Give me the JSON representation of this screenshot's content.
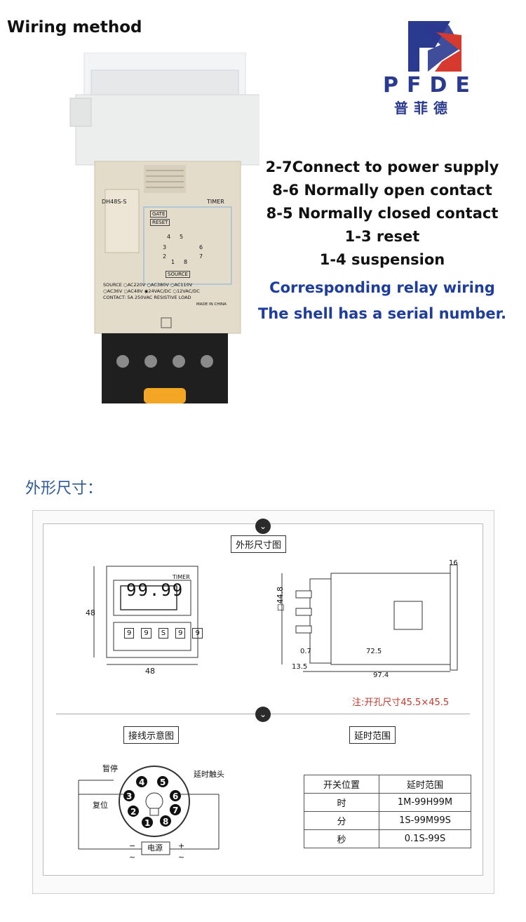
{
  "header": {
    "title": "Wiring method"
  },
  "logo": {
    "brand": "PFDE",
    "brand_cn": "普菲德",
    "colors": {
      "blue": "#2a3a8f",
      "red": "#d63a2f"
    }
  },
  "device": {
    "model": "DH48S-S",
    "label_timer": "TIMER",
    "label_gate": "GATE",
    "label_reset": "RESET",
    "label_source": "SOURCE",
    "source_line1": "SOURCE ○AC220V ○AC380V ○AC110V",
    "source_line2": "○AC36V ○AC48V ◉24VAC/DC ○12VAC/DC",
    "contact_line": "CONTACT: 5A 250VAC RESISTIVE LOAD",
    "made_in": "MADE IN CHINA",
    "terminals": [
      "4",
      "5",
      "3",
      "6",
      "1",
      "8",
      "2",
      "7"
    ]
  },
  "specs": {
    "lines": [
      "2-7Connect to power supply",
      "8-6 Normally open contact",
      "8-5 Normally closed contact",
      "1-3 reset",
      "1-4 suspension"
    ],
    "blue_lines": [
      "Corresponding relay wiring",
      "The shell has a serial number."
    ]
  },
  "dimensions": {
    "heading": "外形尺寸：",
    "outline_label": "外形尺寸图",
    "front": {
      "display": "99.99",
      "timer": "TIMER",
      "width": "48",
      "height": "48",
      "dials": [
        "9",
        "9",
        "S",
        "9",
        "9"
      ]
    },
    "side": {
      "height": "□44.8",
      "d1": "0.7",
      "d2": "72.5",
      "d3": "13.5",
      "d4": "97.4",
      "d5": "16"
    },
    "note": "注:开孔尺寸45.5×45.5",
    "wiring_label": "接线示意图",
    "range_label": "延时范围",
    "wiring": {
      "pause": "暂停",
      "reset": "复位",
      "delay_contact": "延时触头",
      "power": "电源",
      "minus": "−",
      "plus": "+",
      "ac1": "~",
      "ac2": "~",
      "pins": [
        "4",
        "5",
        "3",
        "6",
        "2",
        "7",
        "1",
        "8"
      ]
    },
    "table": {
      "headers": [
        "开关位置",
        "延时范围"
      ],
      "rows": [
        [
          "时",
          "1M-99H99M"
        ],
        [
          "分",
          "1S-99M99S"
        ],
        [
          "秒",
          "0.1S-99S"
        ]
      ]
    }
  }
}
